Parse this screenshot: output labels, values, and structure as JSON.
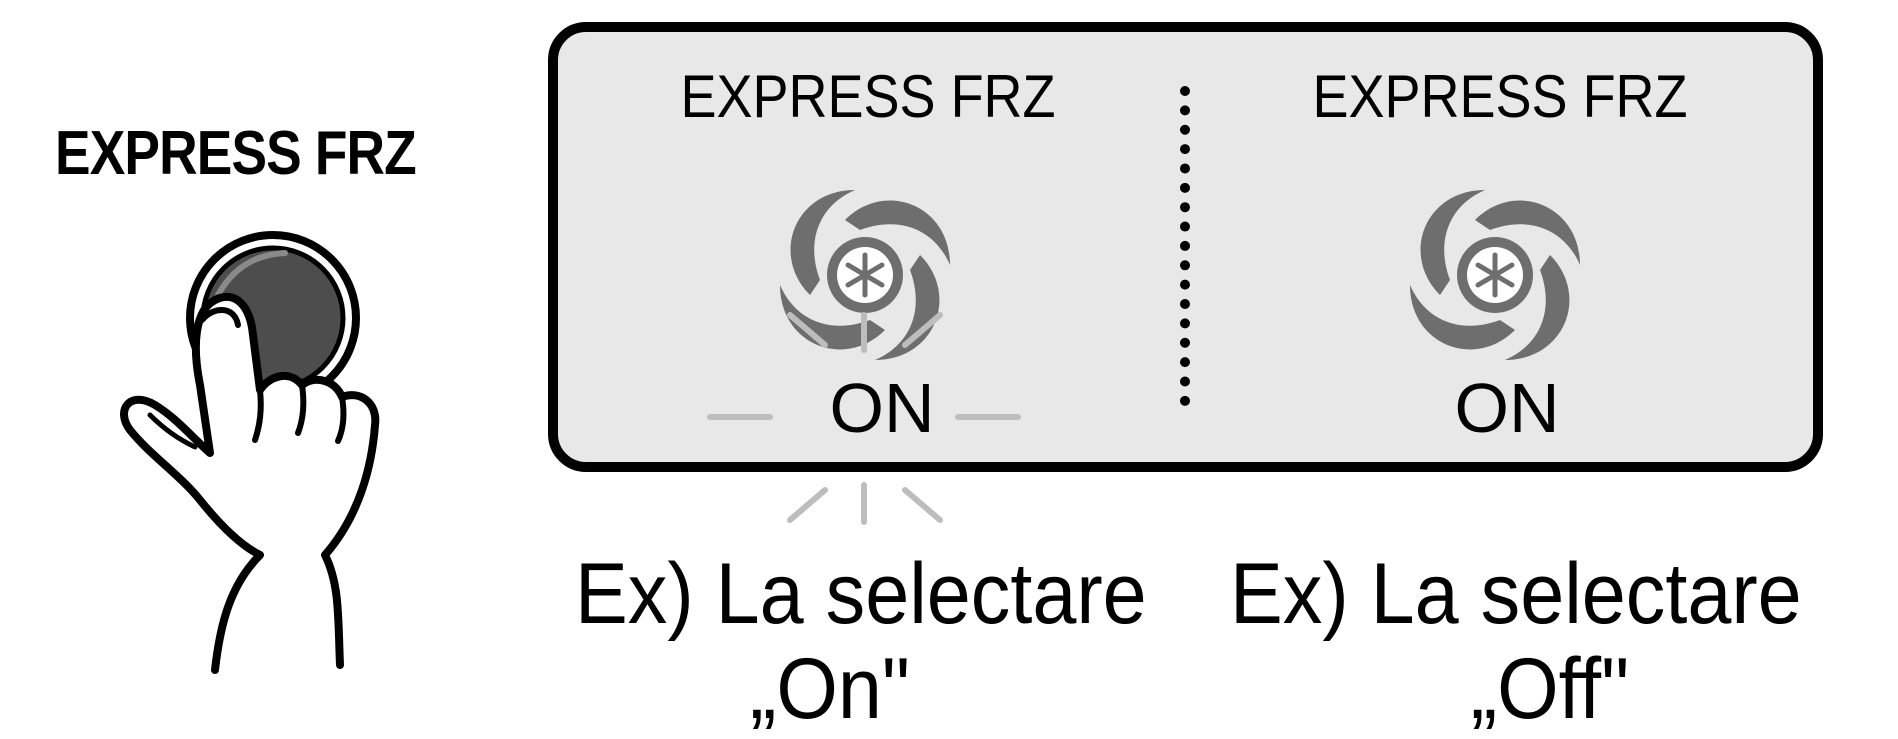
{
  "button": {
    "label": "EXPRESS FRZ"
  },
  "display": {
    "left": {
      "title": "EXPRESS FRZ",
      "status": "ON",
      "icon": "fan-snowflake-icon",
      "state": "on"
    },
    "right": {
      "title": "EXPRESS FRZ",
      "status": "ON",
      "icon": "fan-snowflake-icon",
      "state": "off"
    }
  },
  "captions": {
    "left_line1": "Ex) La selectare",
    "left_line2": "„On\"",
    "right_line1": "Ex) La selectare",
    "right_line2": "„Off\""
  },
  "colors": {
    "panel_background": "#e8e8e8",
    "icon_gray": "#6e6e6e",
    "ray_gray": "#bdbdbd",
    "button_dark": "#4d4d4d"
  }
}
